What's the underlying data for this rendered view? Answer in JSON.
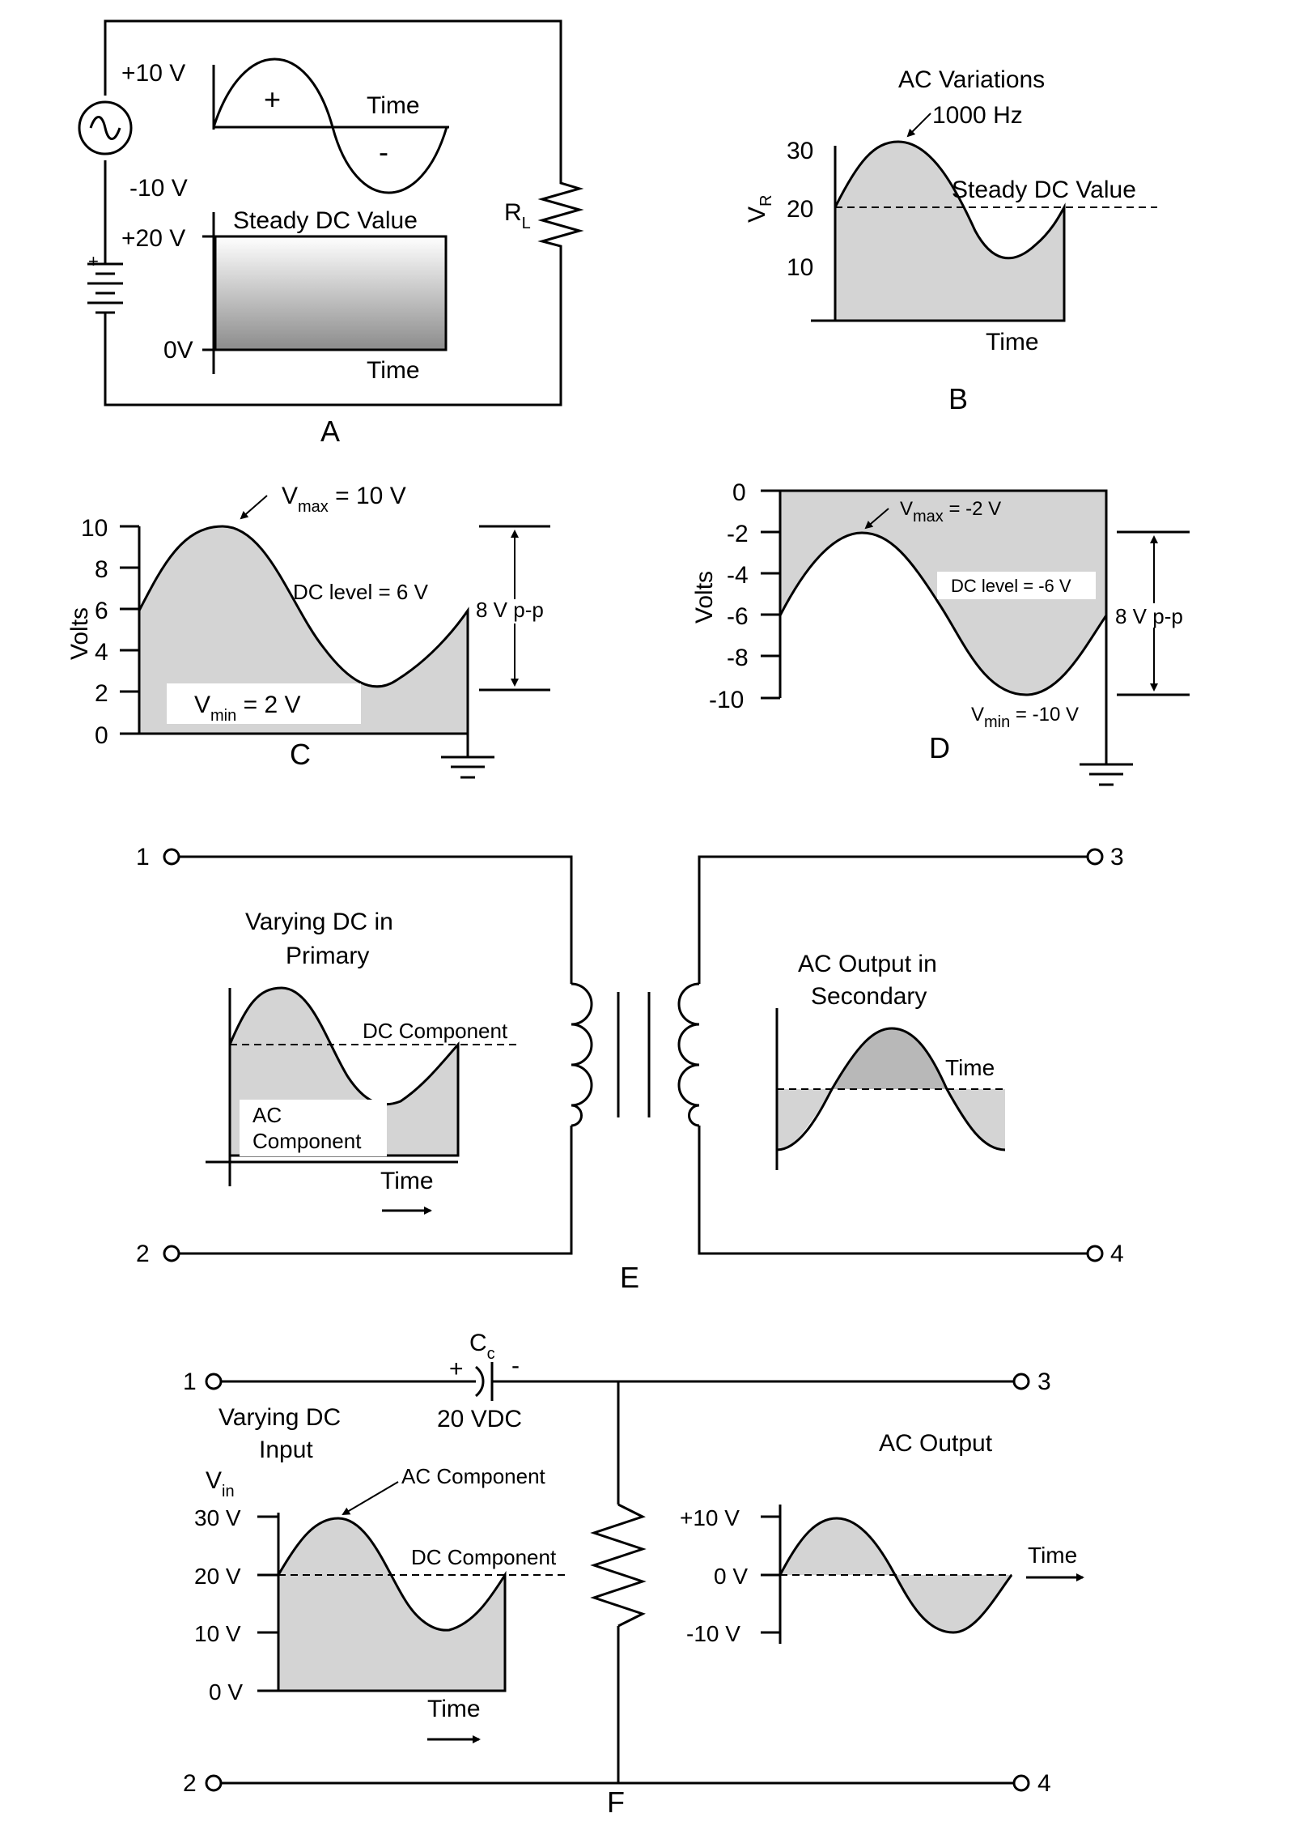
{
  "panels": {
    "A": {
      "label": "A",
      "ac_top": "+10 V",
      "ac_bottom": "-10 V",
      "ac_plus": "+",
      "ac_minus": "-",
      "ac_time": "Time",
      "dc_title": "Steady DC Value",
      "dc_top": "+20 V",
      "dc_bottom": "0V",
      "dc_time": "Time",
      "battery_plus": "+",
      "load_main": "R",
      "load_sub": "L"
    },
    "B": {
      "label": "B",
      "title": "AC Variations",
      "freq": "1000 Hz",
      "steady": "Steady DC Value",
      "ylabel_main": "V",
      "ylabel_sub": "R",
      "ticks": [
        "30",
        "20",
        "10"
      ],
      "time": "Time"
    },
    "C": {
      "label": "C",
      "ylabel": "Volts",
      "ticks": [
        "10",
        "8",
        "6",
        "4",
        "2",
        "0"
      ],
      "vmax_pre": "V",
      "vmax_sub": "max",
      "vmax_post": " = 10 V",
      "dc_level": "DC level = 6 V",
      "vmin_pre": "V",
      "vmin_sub": "min",
      "vmin_post": " = 2 V",
      "pp": "8 V p-p"
    },
    "D": {
      "label": "D",
      "ylabel": "Volts",
      "ticks": [
        "0",
        "-2",
        "-4",
        "-6",
        "-8",
        "-10"
      ],
      "vmax_pre": "V",
      "vmax_sub": "max",
      "vmax_post": " = -2 V",
      "dc_level": "DC level = -6 V",
      "vmin_pre": "V",
      "vmin_sub": "min",
      "vmin_post": " = -10 V",
      "pp": "8 V p-p"
    },
    "E": {
      "label": "E",
      "term1": "1",
      "term2": "2",
      "term3": "3",
      "term4": "4",
      "primary_title_1": "Varying DC in",
      "primary_title_2": "Primary",
      "dc_component": "DC Component",
      "ac_component_1": "AC",
      "ac_component_2": "Component",
      "time_primary": "Time",
      "secondary_title_1": "AC Output in",
      "secondary_title_2": "Secondary",
      "time_secondary": "Time"
    },
    "F": {
      "label": "F",
      "term1": "1",
      "term2": "2",
      "term3": "3",
      "term4": "4",
      "cap_main": "C",
      "cap_sub": "c",
      "cap_plus": "+",
      "cap_minus": "-",
      "cap_voltage": "20 VDC",
      "input_title_1": "Varying DC",
      "input_title_2": "Input",
      "vin_main": "V",
      "vin_sub": "in",
      "ac_component": "AC Component",
      "dc_component": "DC Component",
      "in_ticks": [
        "30 V",
        "20 V",
        "10 V",
        "0 V"
      ],
      "time_in": "Time",
      "output_title": "AC Output",
      "out_ticks": [
        "+10 V",
        "0 V",
        "-10 V"
      ],
      "time_out": "Time"
    }
  }
}
